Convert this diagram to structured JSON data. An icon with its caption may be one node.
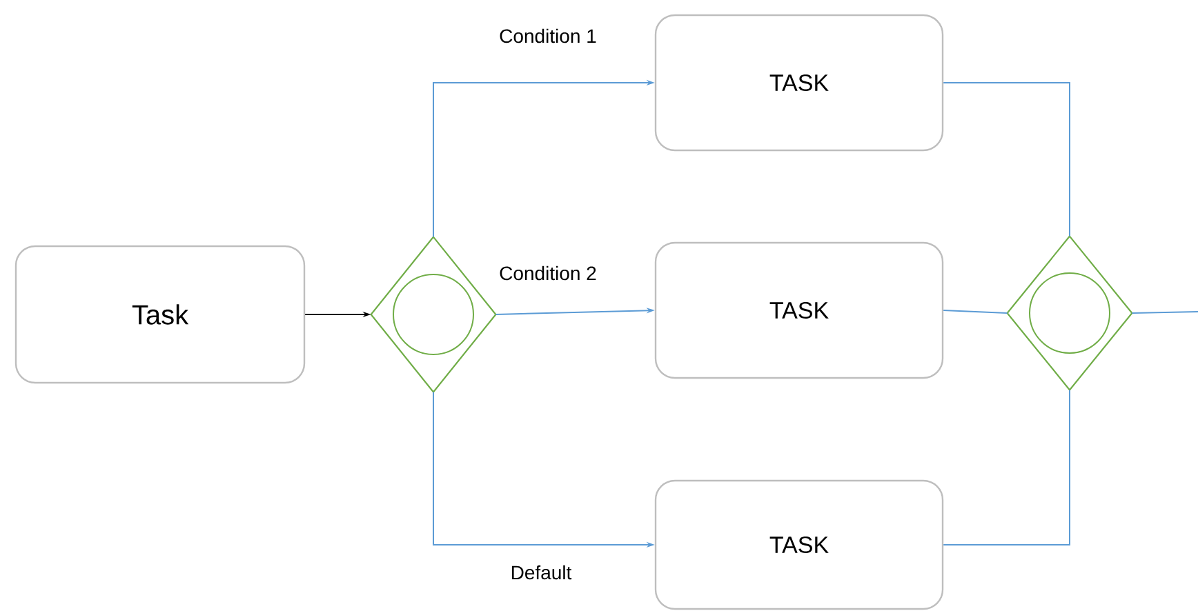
{
  "diagram": {
    "nodes": [
      {
        "text": [
          "Task"
        ]
      },
      {
        "text": [],
        "shape": "diamond"
      },
      {
        "text": [
          "TASK"
        ]
      },
      {
        "text": [
          "TASK"
        ]
      },
      {
        "text": [
          "TASK"
        ]
      },
      {
        "text": [],
        "shape": "diamond"
      }
    ],
    "edges": [
      {
        "from": 0,
        "to": 1,
        "arrow": "to",
        "color": "#000000"
      },
      {
        "from": 1,
        "to": 2,
        "arrow": "to",
        "label": "Condition 1"
      },
      {
        "from": 1,
        "to": 3,
        "arrow": "to",
        "label": "Condition 2"
      },
      {
        "from": 1,
        "to": 4,
        "arrow": "to",
        "label": "Default"
      },
      {
        "from": 2,
        "to": 5,
        "arrow": "none"
      },
      {
        "from": 3,
        "to": 5,
        "arrow": "none"
      },
      {
        "from": 4,
        "to": 5,
        "arrow": "none"
      },
      {
        "from": 5,
        "to": null,
        "arrow": "none"
      }
    ]
  }
}
